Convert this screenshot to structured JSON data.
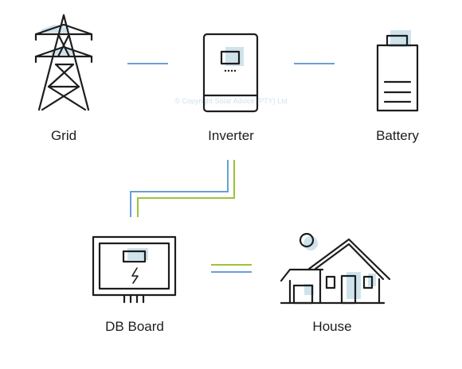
{
  "nodes": {
    "grid": {
      "label": "Grid"
    },
    "inverter": {
      "label": "Inverter"
    },
    "battery": {
      "label": "Battery"
    },
    "db_board": {
      "label": "DB Board"
    },
    "house": {
      "label": "House"
    }
  },
  "watermark": "© Copyright Solar Advice (PTY) Ltd",
  "colors": {
    "line": "#1d1d1d",
    "highlight": "#cfe3ec",
    "connector_blue": "#6a9fd6",
    "connector_green": "#9ec33a"
  }
}
